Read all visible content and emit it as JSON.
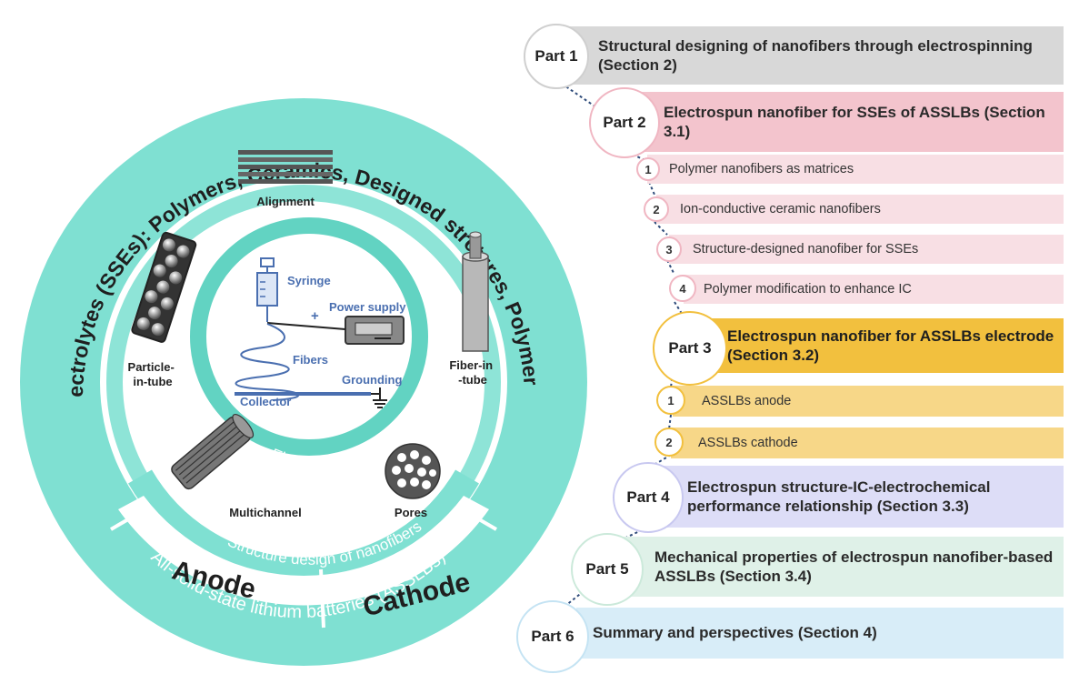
{
  "colors": {
    "ring_teal": "#7fe0d2",
    "electrospinning_ring": "#62d3c2",
    "part1_bar": "#d8d8d8",
    "part2_bar": "#f3c4cd",
    "part2_sub": "#f8dfe4",
    "part3_bar": "#f2c03e",
    "part3_sub": "#f7d788",
    "part4_bar": "#ddddf7",
    "part5_bar": "#dff1e8",
    "part6_bar": "#d8edf8"
  },
  "left": {
    "outer_ring_text": "Solid-state electrolytes (SSEs): Polymers, Ceramics, Designed strctures, Polymer modifications",
    "bottom_ring_text": "All-solid-state lithium batteries (ASSLBs)",
    "structure_ring_text": "Structure design of nanofibers",
    "anode": "Anode",
    "cathode": "Cathode",
    "electrospinning": "Electrospinning",
    "alignment": "Alignment",
    "particle_in_tube": [
      "Particle-",
      "in-tube"
    ],
    "fiber_in_tube": [
      "Fiber-in",
      "-tube"
    ],
    "multichannel": "Multichannel",
    "pores": "Pores",
    "syringe": "Syringe",
    "power_supply": "Power supply",
    "plus": "+",
    "fibers": "Fibers",
    "grounding": "Grounding",
    "collector": "Collector"
  },
  "right": {
    "parts": [
      {
        "label": "Part 1",
        "text": "Structural designing of nanofibers through electrospinning (Section 2)"
      },
      {
        "label": "Part 2",
        "text": "Electrospun nanofiber for SSEs of ASSLBs (Section 3.1)"
      },
      {
        "label": "Part 3",
        "text": "Electrospun nanofiber for ASSLBs electrode (Section 3.2)"
      },
      {
        "label": "Part 4",
        "text": "Electrospun structure-IC-electrochemical performance relationship (Section 3.3)"
      },
      {
        "label": "Part 5",
        "text": "Mechanical properties of electrospun nanofiber-based ASSLBs (Section 3.4)"
      },
      {
        "label": "Part 6",
        "text": "Summary and perspectives (Section 4)"
      }
    ],
    "part2_subs": [
      {
        "num": "1",
        "text": "Polymer nanofibers as matrices"
      },
      {
        "num": "2",
        "text": "Ion-conductive ceramic nanofibers"
      },
      {
        "num": "3",
        "text": "Structure-designed nanofiber for SSEs"
      },
      {
        "num": "4",
        "text": "Polymer modification to enhance IC"
      }
    ],
    "part3_subs": [
      {
        "num": "1",
        "text": "ASSLBs anode"
      },
      {
        "num": "2",
        "text": "ASSLBs cathode"
      }
    ]
  }
}
